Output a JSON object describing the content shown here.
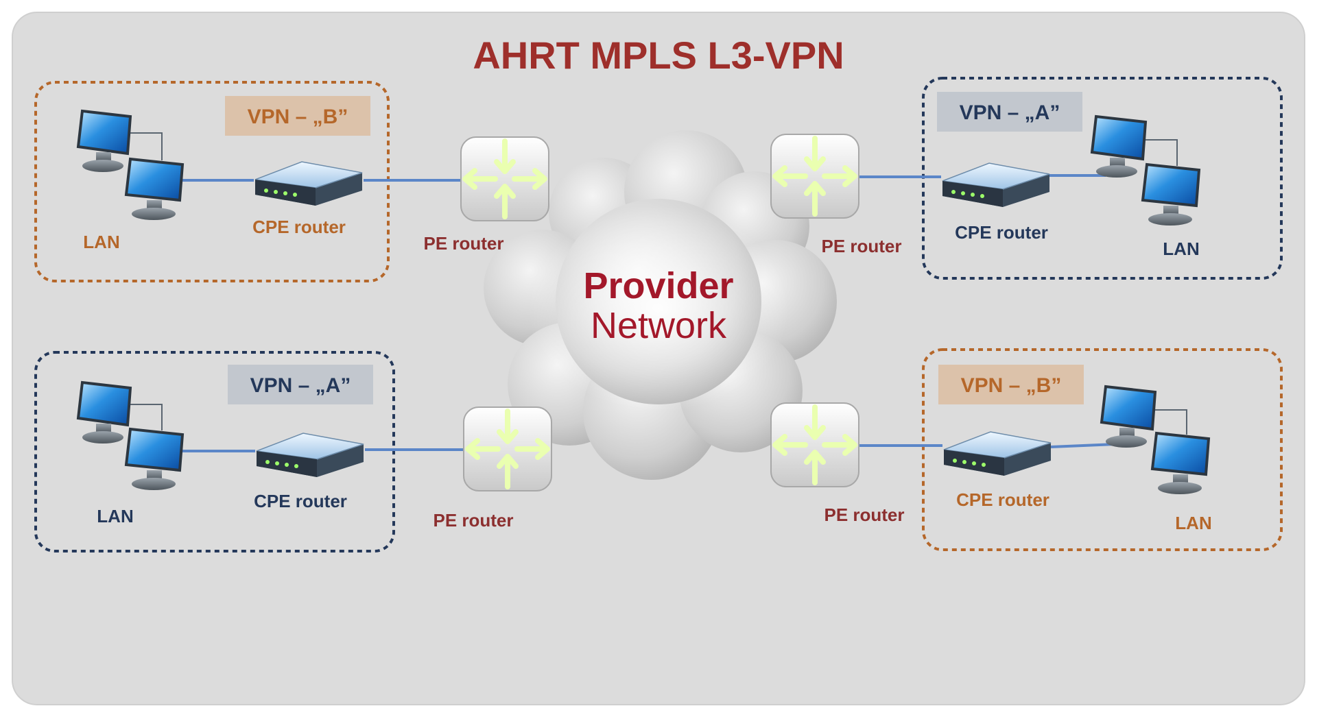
{
  "title": "AHRT MPLS L3-VPN",
  "cloud": {
    "line1": "Provider",
    "line2": "Network"
  },
  "colors": {
    "background": "#dcdcdc",
    "title": "#9e2f2b",
    "vpn_b": "#b5672a",
    "vpn_a": "#24385a",
    "pe_label": "#8c2f2f",
    "cloud_text": "#a3182a",
    "link": "#5b86c8",
    "router_arrow": "#eaffb0"
  },
  "sites": [
    {
      "vpn_label": "VPN – „B”",
      "lan_label": "LAN",
      "cpe_label": "CPE router",
      "pe_label": "PE router"
    },
    {
      "vpn_label": "VPN – „A”",
      "lan_label": "LAN",
      "cpe_label": "CPE router",
      "pe_label": "PE router"
    },
    {
      "vpn_label": "VPN – „A”",
      "lan_label": "LAN",
      "cpe_label": "CPE router",
      "pe_label": "PE router"
    },
    {
      "vpn_label": "VPN – „B”",
      "lan_label": "LAN",
      "cpe_label": "CPE router",
      "pe_label": "PE router"
    }
  ]
}
